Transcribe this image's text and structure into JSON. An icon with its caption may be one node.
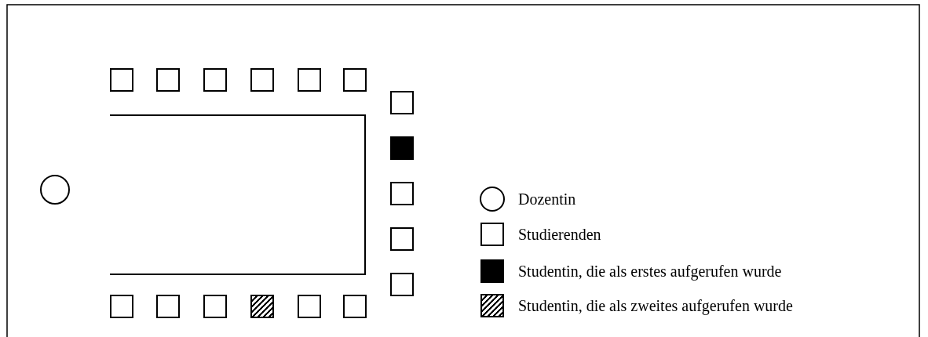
{
  "diagram": {
    "nodes": [
      {
        "text": [],
        "shape": "box"
      },
      {
        "text": [],
        "shape": "box"
      },
      {
        "text": [],
        "shape": "box"
      },
      {
        "text": [],
        "shape": "box"
      },
      {
        "text": [],
        "shape": "box"
      },
      {
        "text": [],
        "shape": "box"
      },
      {
        "text": [],
        "shape": "box"
      },
      {
        "text": [],
        "shape": "box"
      },
      {
        "text": [],
        "shape": "box"
      },
      {
        "text": [],
        "shape": "box"
      },
      {
        "text": [],
        "shape": "box"
      },
      {
        "text": [],
        "shape": "circle"
      },
      {
        "text": [],
        "shape": "box"
      },
      {
        "text": [],
        "shape": "box"
      },
      {
        "text": [],
        "shape": "box"
      },
      {
        "text": [],
        "shape": "box"
      },
      {
        "text": [],
        "shape": "box"
      },
      {
        "text": [],
        "shape": "box"
      }
    ],
    "edges": [],
    "legend": [
      {
        "text": "Dozentin"
      },
      {
        "text": "Studierenden"
      },
      {
        "text": "Studentin, die als erstes aufgerufen wurde"
      },
      {
        "text": "Studentin, die als zweites aufgerufen wurde"
      }
    ]
  }
}
